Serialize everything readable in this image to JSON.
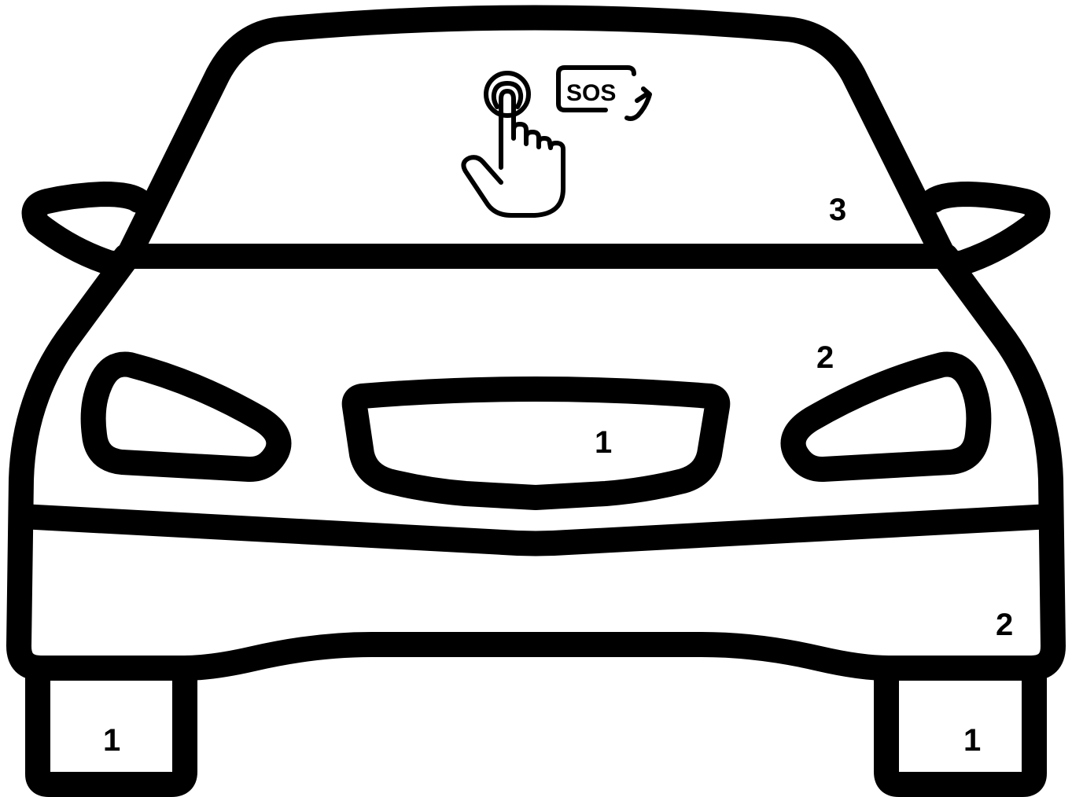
{
  "colors": {
    "stroke": "#000000",
    "background": "#ffffff"
  },
  "icons": {
    "windshield_icon": "hand-pointer-sos-icon"
  },
  "sos_badge": {
    "text": "SOS"
  },
  "labels": {
    "windshield": "3",
    "right_headlight_area": "2",
    "grille": "1",
    "bumper_right": "2",
    "left_wheel": "1",
    "right_wheel": "1"
  }
}
